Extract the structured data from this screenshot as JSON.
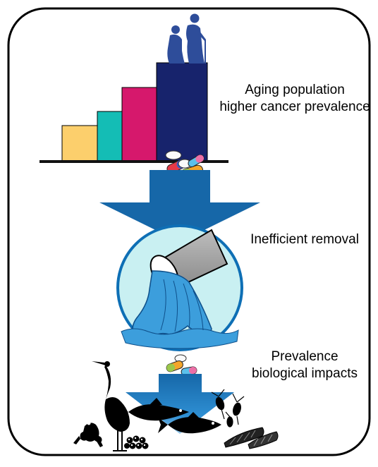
{
  "labels": {
    "aging": [
      "Aging population",
      "higher cancer prevalence"
    ],
    "removal": "Inefficient removal",
    "impacts": [
      "Prevalence",
      "biological impacts"
    ]
  },
  "colors": {
    "frame": "#000000",
    "bar_yellow": "#FCCF6C",
    "bar_teal": "#14BDB5",
    "bar_magenta": "#D6186C",
    "bar_navy": "#17236C",
    "people": "#2E4D9A",
    "arrow": "#1667A8",
    "circle_fill": "#C9F0F2",
    "circle_stroke": "#0E6FB5",
    "water": "#3C9EDC",
    "pipe": "#9A9A9A"
  },
  "icons": [
    "elderly-couple-icon",
    "pills-icon",
    "drain-pipe-icon",
    "heron-icon",
    "frog-icon",
    "fish-icon",
    "fish-eggs-icon",
    "water-flea-icon",
    "snail-shell-icon"
  ]
}
